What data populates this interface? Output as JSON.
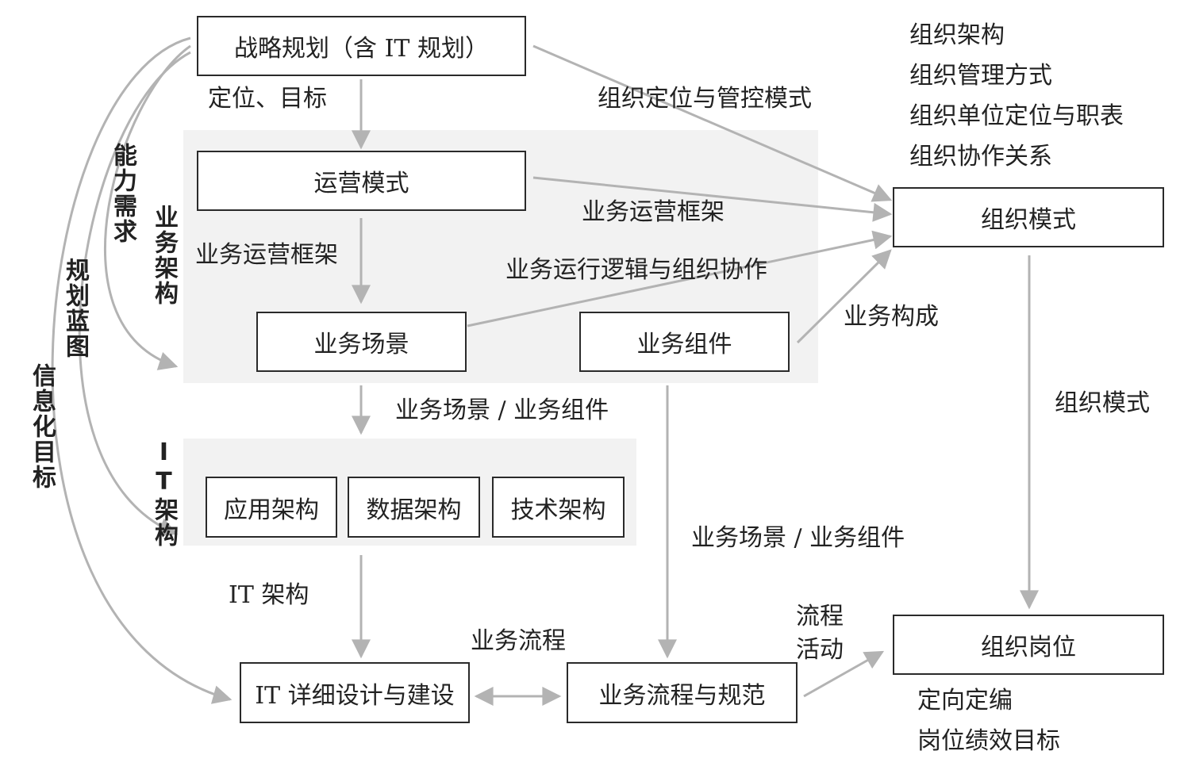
{
  "boxes": {
    "strategy": "战略规划（含 IT 规划）",
    "ops_mode": "运营模式",
    "biz_scene": "业务场景",
    "biz_component": "业务组件",
    "org_mode": "组织模式",
    "app_arch": "应用架构",
    "data_arch": "数据架构",
    "tech_arch": "技术架构",
    "org_post": "组织岗位",
    "it_detail": "IT 详细设计与建设",
    "biz_process": "业务流程与规范"
  },
  "regions": {
    "business_arch": "业务架构",
    "it_arch": "IT架构"
  },
  "side_labels": {
    "capability": "能力需求",
    "blueprint": "规划蓝图",
    "info_goal": "信息化目标"
  },
  "edge_labels": {
    "position_goal": "定位、目标",
    "org_position_control": "组织定位与管控模式",
    "ops_framework_right": "业务运营框架",
    "ops_framework_down": "业务运营框架",
    "biz_logic_collab": "业务运行逻辑与组织协作",
    "biz_composition": "业务构成",
    "scene_component_mid": "业务场景 / 业务组件",
    "scene_component_right": "业务场景 / 业务组件",
    "org_mode_down": "组织模式",
    "it_arch_down": "IT 架构",
    "biz_process": "业务流程",
    "process_activity_1": "流程",
    "process_activity_2": "活动"
  },
  "org_mode_notes": [
    "组织架构",
    "组织管理方式",
    "组织单位定位与职表",
    "组织协作关系"
  ],
  "org_post_notes": [
    "定向定编",
    "岗位绩效目标"
  ],
  "colors": {
    "arrow": "#b3b3b3",
    "region_bg": "#f2f2f2",
    "box_border": "#2a2a2a"
  }
}
